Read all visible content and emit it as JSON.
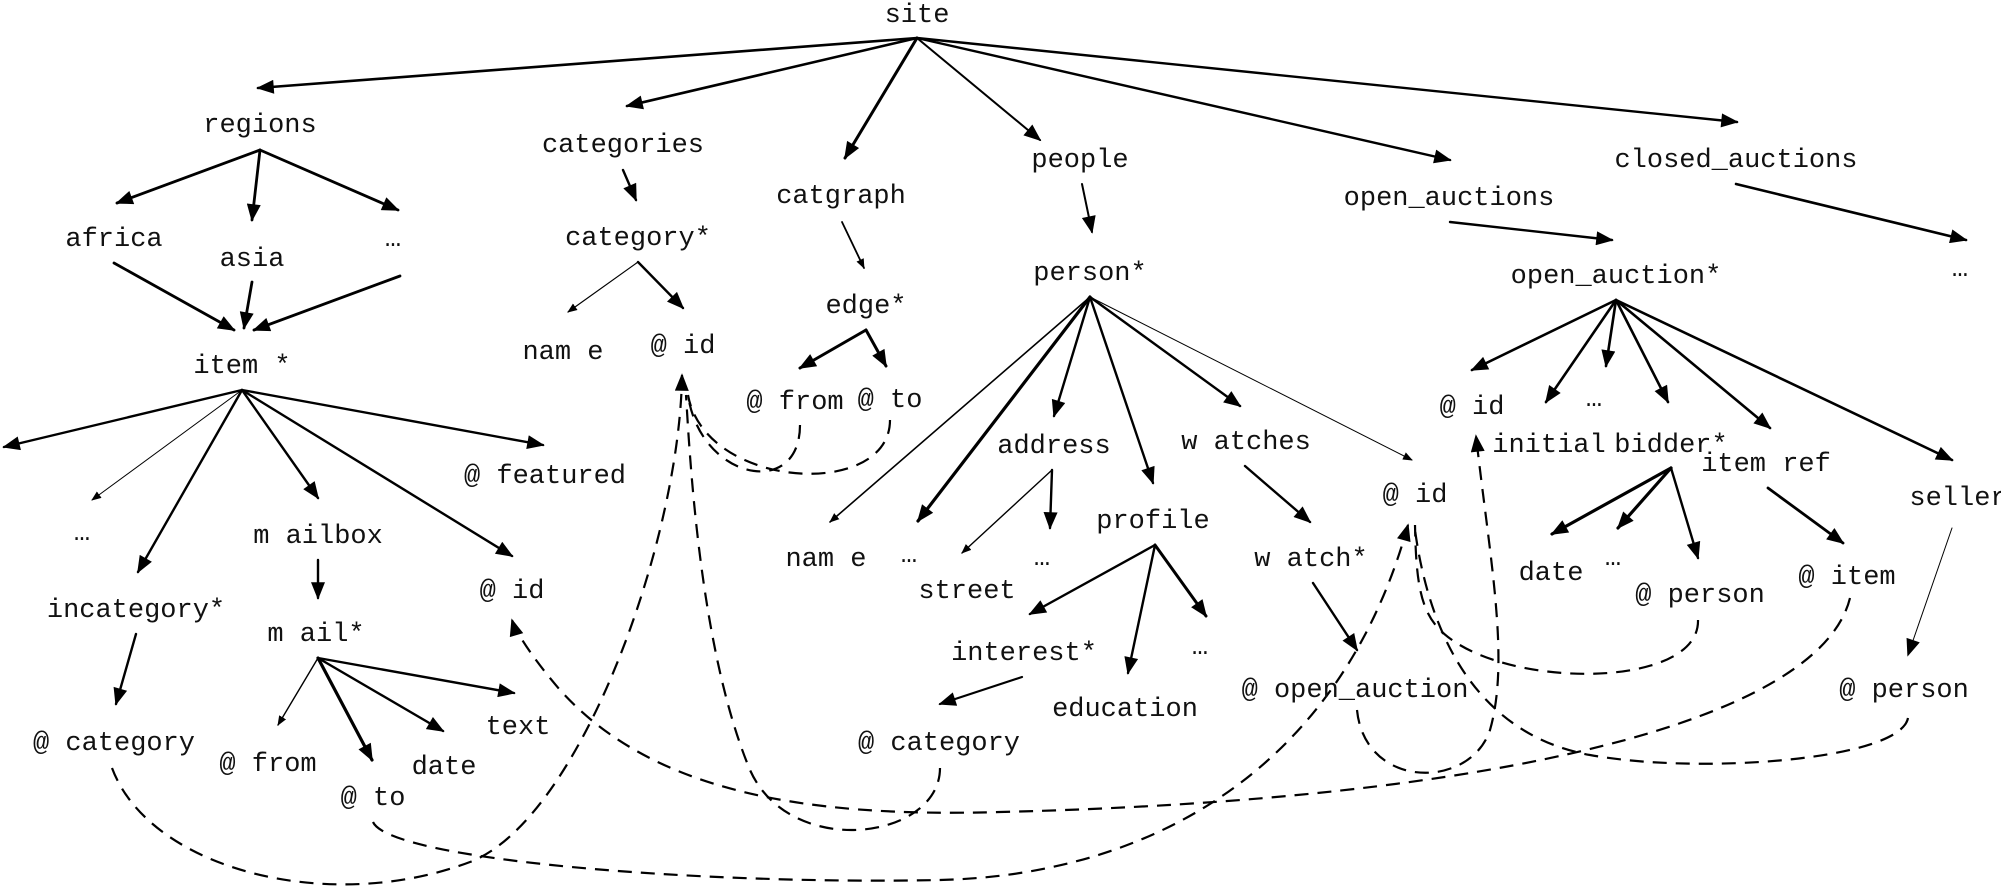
{
  "nodes": {
    "site": "site",
    "regions": "regions",
    "africa": "africa",
    "asia": "asia",
    "regions_more": "…",
    "item": "item *",
    "item_more": "…",
    "incategory": "incategory*",
    "incategory_category": "@ category",
    "mailbox": "m ailbox",
    "mail": "m ail*",
    "mail_from": "@ from",
    "mail_to": "@ to",
    "mail_date": "date",
    "mail_text": "text",
    "item_id": "@ id",
    "featured": "@ featured",
    "categories": "categories",
    "category": "category*",
    "category_name": "nam e",
    "category_id": "@ id",
    "catgraph": "catgraph",
    "edge": "edge*",
    "edge_from": "@ from",
    "edge_to": "@ to",
    "people": "people",
    "person": "person*",
    "person_name": "nam e",
    "person_more": "…",
    "address": "address",
    "street": "street",
    "address_more": "…",
    "profile": "profile",
    "interest": "interest*",
    "interest_category": "@ category",
    "education": "education",
    "profile_more": "…",
    "watches": "w atches",
    "watch": "w atch*",
    "watch_open_auction": "@ open_auction",
    "person_id": "@ id",
    "open_auctions": "open_auctions",
    "open_auction": "open_auction*",
    "oa_id": "@ id",
    "oa_more": "…",
    "initial": "initial",
    "bidder": "bidder*",
    "bidder_date": "date",
    "bidder_more": "…",
    "bidder_person": "@ person",
    "itemref": "item ref",
    "itemref_item": "@ item",
    "seller": "seller",
    "seller_person": "@ person",
    "closed_auctions": "closed_auctions",
    "closed_more": "…"
  }
}
